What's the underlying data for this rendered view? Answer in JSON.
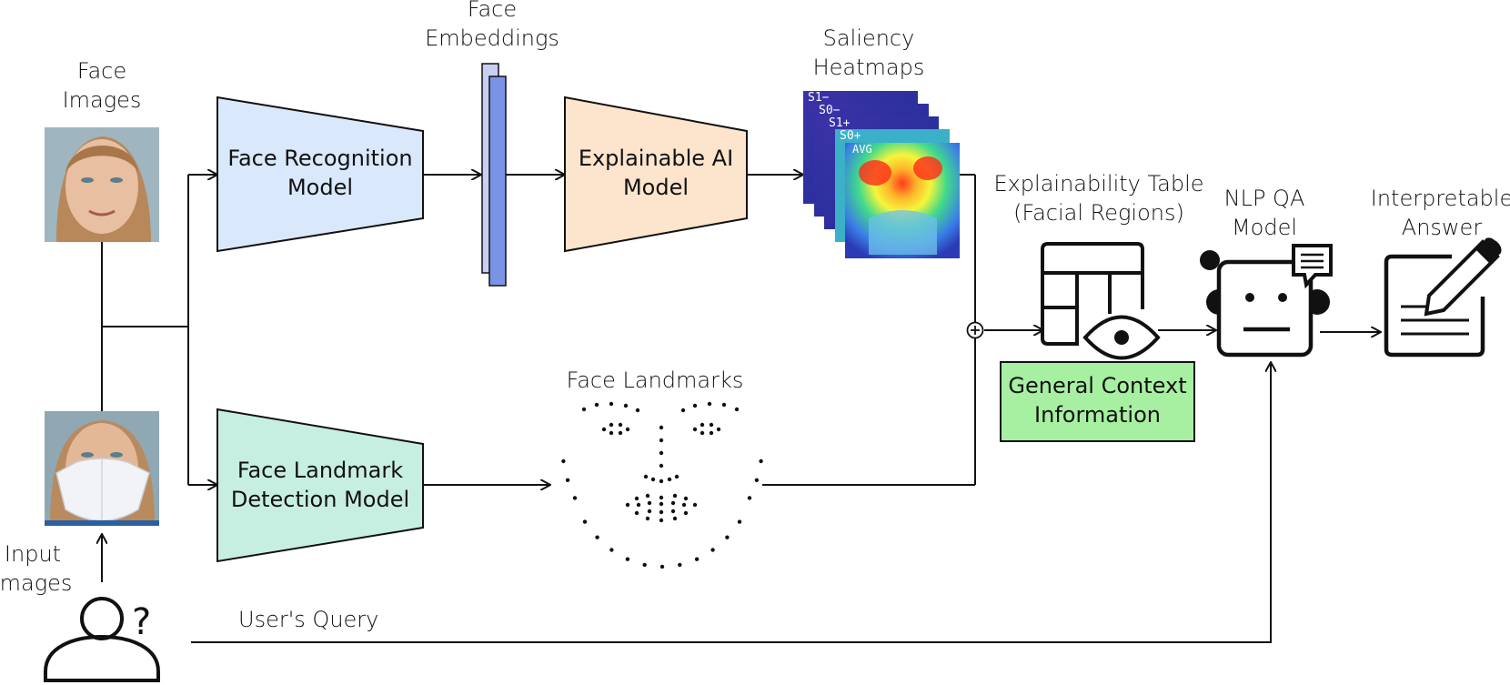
{
  "labels": {
    "face_images": [
      "Face",
      "Images"
    ],
    "input_images": [
      "Input",
      "Images"
    ],
    "face_embeddings": [
      "Face",
      "Embeddings"
    ],
    "saliency_heatmaps": [
      "Saliency",
      "Heatmaps"
    ],
    "face_landmarks": "Face Landmarks",
    "explainability_table": [
      "Explainability Table",
      "(Facial Regions)"
    ],
    "nlp_qa_model": [
      "NLP QA",
      "Model"
    ],
    "interpretable_answer": [
      "Interpretable",
      "Answer"
    ],
    "users_query": "User's Query"
  },
  "boxes": {
    "face_recognition": [
      "Face Recognition",
      "Model"
    ],
    "explainable_ai": [
      "Explainable AI",
      "Model"
    ],
    "face_landmark_detection": [
      "Face Landmark",
      "Detection Model"
    ],
    "general_context": [
      "General Context",
      "Information"
    ]
  },
  "heatmap_tags": [
    "S1−",
    "S0−",
    "S1+",
    "S0+",
    "AVG"
  ],
  "colors": {
    "face_recognition_fill": "#dae8fc",
    "explainable_ai_fill": "#fde4cc",
    "landmark_fill": "#c7efe1",
    "general_context_fill": "#a7f0a1",
    "embedding_front": "#7b93e6",
    "embedding_back": "#c8cff2"
  }
}
